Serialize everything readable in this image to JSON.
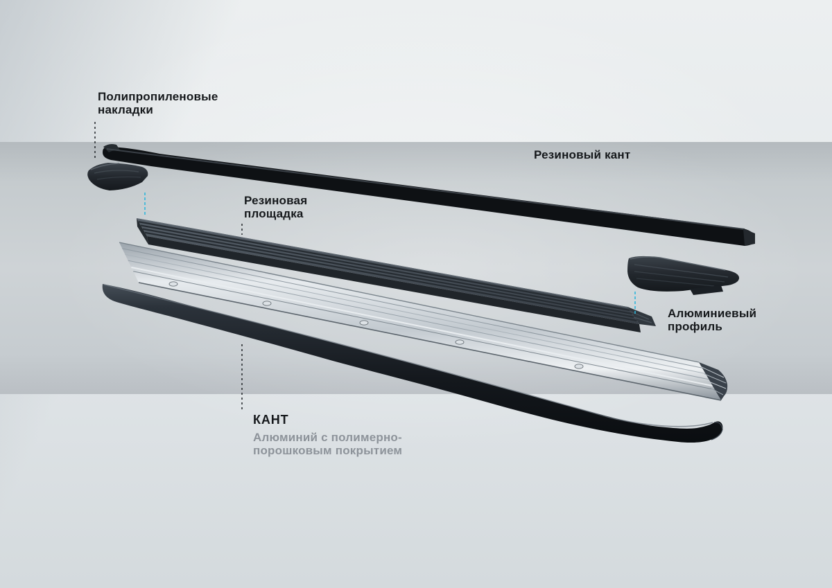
{
  "labels": {
    "pads": {
      "line1": "Полипропиленовые",
      "line2": "накладки"
    },
    "rubber_edge": {
      "text": "Резиновый кант"
    },
    "platform": {
      "line1": "Резиновая",
      "line2": "площадка"
    },
    "aluminum": {
      "line1": "Алюминиевый",
      "line2": "профиль"
    },
    "kant": {
      "title": "КАНТ",
      "sub1": "Алюминий с полимерно-",
      "sub2": "порошковым покрытием"
    }
  },
  "parts": {
    "rubber_edge_strip": "Резиновый кант",
    "pad_left": "Полипропиленовая накладка (левая)",
    "pad_right": "Полипропиленовая накладка (правая)",
    "rubber_platform": "Резиновая площадка",
    "aluminum_profile": "Алюминиевый профиль",
    "kant_edge": "Кант"
  },
  "colors": {
    "label_text": "#15181b",
    "subtitle_text": "#8d939a",
    "leader_dark": "#2b2f33",
    "leader_accent_cyan": "#2db6db",
    "band_gray": "#ced3d6",
    "part_dark": "#14181c",
    "aluminum_light": "#e7ebee"
  }
}
